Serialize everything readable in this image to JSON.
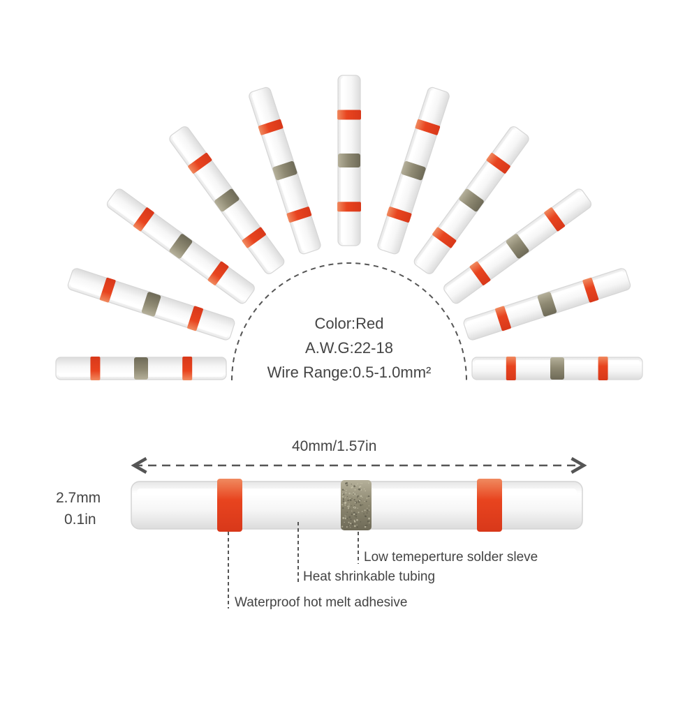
{
  "product_image": {
    "fan_connector_count": 11,
    "colors": {
      "tube": "#f3f3f3",
      "tube_edge": "#cfcfcf",
      "band": "#e8441f",
      "band_light": "#f0733f",
      "solder": "#8f8a73",
      "solder_dark": "#6e6a57",
      "line": "#555555"
    }
  },
  "specs": {
    "color": "Color:Red",
    "awg": "A.W.G:22-18",
    "wire_range": "Wire  Range:0.5-1.0mm²"
  },
  "dimensions": {
    "length": "40mm/1.57in",
    "diameter_mm": "2.7mm",
    "diameter_in": "0.1in"
  },
  "callouts": {
    "solder": "Low temeperture solder sleve",
    "tubing": "Heat shrinkable tubing",
    "adhesive": "Waterproof hot melt adhesive"
  }
}
